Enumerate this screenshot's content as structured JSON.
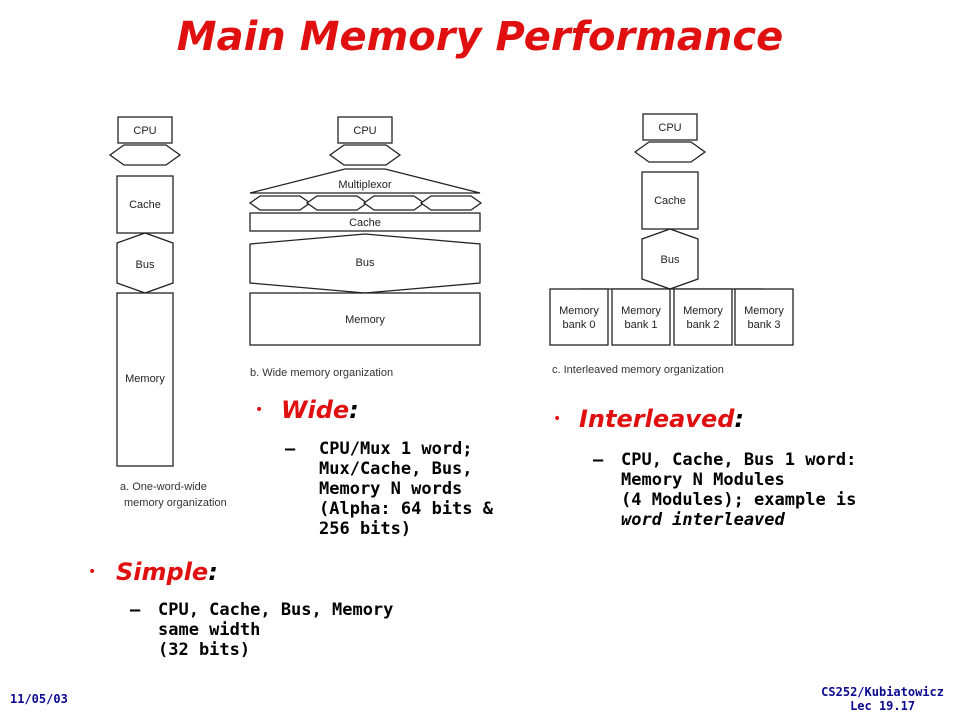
{
  "title": "Main Memory Performance",
  "diagram_a": {
    "cpu": "CPU",
    "cache": "Cache",
    "bus": "Bus",
    "memory": "Memory",
    "caption_line1": "a. One-word-wide",
    "caption_line2": "memory organization"
  },
  "diagram_b": {
    "cpu": "CPU",
    "multiplexor": "Multiplexor",
    "cache": "Cache",
    "bus": "Bus",
    "memory": "Memory",
    "caption": "b. Wide memory organization"
  },
  "diagram_c": {
    "cpu": "CPU",
    "cache": "Cache",
    "bus": "Bus",
    "banks": [
      {
        "line1": "Memory",
        "line2": "bank 0"
      },
      {
        "line1": "Memory",
        "line2": "bank 1"
      },
      {
        "line1": "Memory",
        "line2": "bank 2"
      },
      {
        "line1": "Memory",
        "line2": "bank 3"
      }
    ],
    "caption": "c. Interleaved memory organization"
  },
  "wide": {
    "heading": "Wide",
    "colon": ":",
    "lines": [
      "CPU/Mux 1 word;",
      "Mux/Cache, Bus,",
      "Memory N words",
      "(Alpha: 64 bits &",
      "256 bits)"
    ]
  },
  "interleaved": {
    "heading": "Interleaved",
    "colon": ":",
    "lines": [
      "CPU, Cache, Bus 1 word:",
      "Memory N Modules",
      "(4 Modules); example is"
    ],
    "italic_line": "word interleaved"
  },
  "simple": {
    "heading": "Simple",
    "colon": ":",
    "lines": [
      "CPU, Cache, Bus, Memory",
      "same width",
      "(32 bits)"
    ]
  },
  "footer": {
    "date": "11/05/03",
    "course": "CS252/Kubiatowicz",
    "lecture": "Lec 19.17"
  },
  "colors": {
    "title": "#e01010",
    "footer": "#0a0a90",
    "bullet": "#e01010"
  }
}
